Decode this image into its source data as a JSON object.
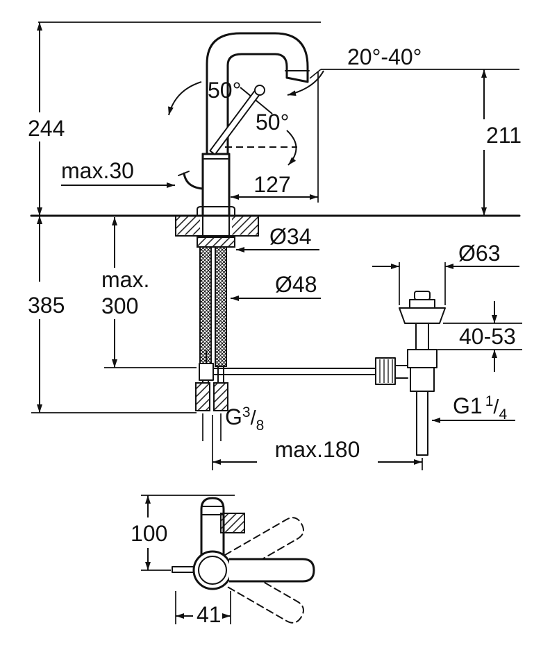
{
  "drawing": {
    "labels": {
      "overall_height": "244",
      "spout_tilt_range": "20°-40°",
      "outlet_height": "211",
      "swivel_angle": "50°",
      "lever_angle": "50°",
      "max_plate": "max.30",
      "spout_reach": "127",
      "shank_diameter": "Ø34",
      "hole_diameter": "Ø48",
      "waste_flange_diameter": "Ø63",
      "hose_length_line1": "max.",
      "hose_length_line2": "300",
      "under_counter_height": "385",
      "counter_thickness_range": "40-53",
      "supply_thread": {
        "prefix": "G",
        "numerator": "3",
        "slash": "/",
        "denominator": "8"
      },
      "waste_thread": {
        "prefix": "G1",
        "numerator": "1",
        "slash": "/",
        "denominator": "4"
      },
      "max_centre_distance": "max.180",
      "plan_height": "100",
      "plan_offset": "41"
    },
    "line_color": "#111111",
    "background": "#ffffff"
  }
}
